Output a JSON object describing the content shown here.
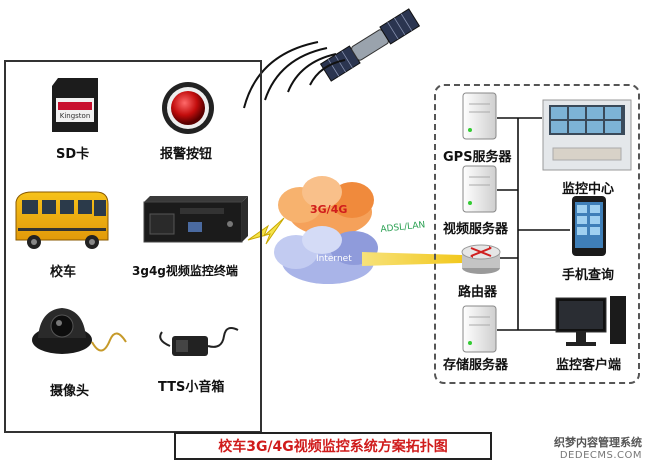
{
  "left_devices": [
    {
      "label": "SD卡",
      "icon": "sd-card-icon"
    },
    {
      "label": "报警按钮",
      "icon": "alarm-button-icon"
    },
    {
      "label": "校车",
      "icon": "school-bus-icon"
    },
    {
      "label": "3g4g视频监控终端",
      "icon": "dvr-terminal-icon"
    },
    {
      "label": "摄像头",
      "icon": "camera-icon"
    },
    {
      "label": "TTS小音箱",
      "icon": "speaker-icon"
    }
  ],
  "network": {
    "cloud_3g4g": "3G/4G",
    "cloud_internet": "Internet",
    "link_label": "ADSL/LAN"
  },
  "servers": [
    {
      "label": "GPS服务器"
    },
    {
      "label": "视频服务器"
    },
    {
      "label": "路由器"
    },
    {
      "label": "存储服务器"
    }
  ],
  "clients": [
    {
      "label": "监控中心"
    },
    {
      "label": "手机查询"
    },
    {
      "label": "监控客户端"
    }
  ],
  "title": "校车3G/4G视频监控系统方案拓扑图",
  "watermark": {
    "line1": "织梦内容管理系统",
    "line2": "DEDECMS.COM"
  },
  "colors": {
    "title": "#d01c1c",
    "link": "#f2c81e",
    "cloud_orange": "#f5a15a",
    "cloud_blue": "#a9b4e8"
  }
}
